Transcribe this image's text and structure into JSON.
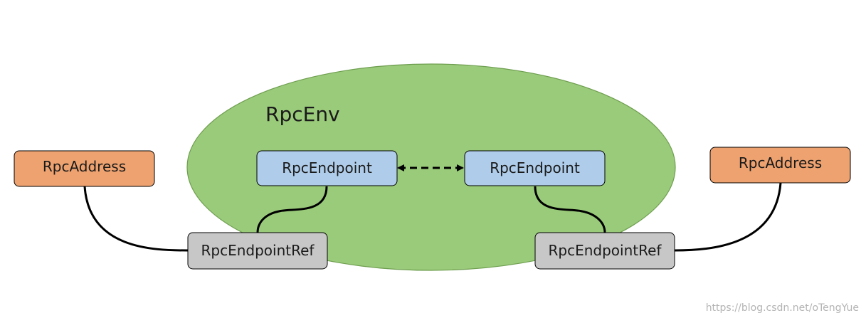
{
  "environment": {
    "label": "RpcEnv",
    "fill": "#9ACB7A",
    "stroke": "#6E9E4F"
  },
  "nodes": {
    "endpoint_left": {
      "label": "RpcEndpoint",
      "fill": "#AFCDEA"
    },
    "endpoint_right": {
      "label": "RpcEndpoint",
      "fill": "#AFCDEA"
    },
    "endpoint_ref_left": {
      "label": "RpcEndpointRef",
      "fill": "#C8C7C8"
    },
    "endpoint_ref_right": {
      "label": "RpcEndpointRef",
      "fill": "#C8C7C8"
    },
    "address_left": {
      "label": "RpcAddress",
      "fill": "#EEA270"
    },
    "address_right": {
      "label": "RpcAddress",
      "fill": "#EEA270"
    }
  },
  "connectors": {
    "endpoint_link": {
      "style": "dashed",
      "arrows": "both"
    }
  },
  "watermark": "https://blog.csdn.net/oTengYue"
}
